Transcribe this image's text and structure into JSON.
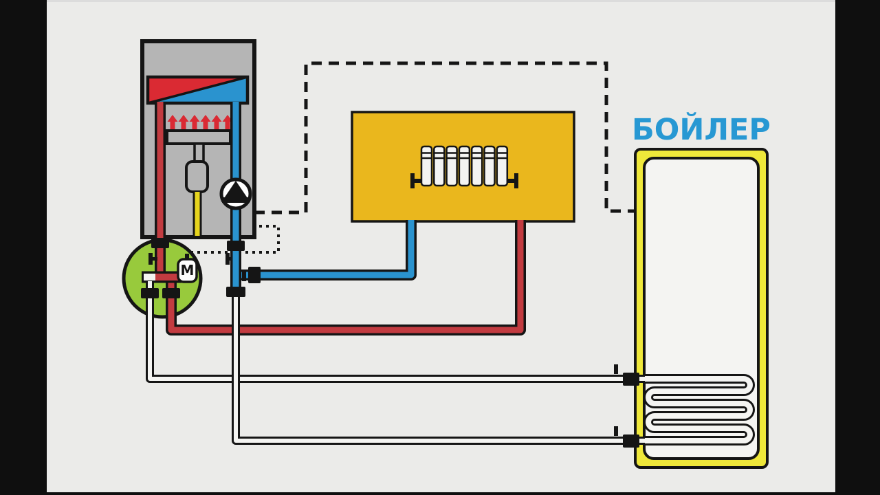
{
  "title": "Heating system piping diagram",
  "labels": {
    "storage_tank": "БОЙЛЕР",
    "valve_motor": "M"
  },
  "components": [
    "wall-gas-boiler",
    "heat-exchanger",
    "burner-flames",
    "gas-valve",
    "circulation-pump",
    "three-way-motor-valve",
    "radiator-zone",
    "storage-tank-coil",
    "control-line-dashed",
    "control-line-dotted"
  ],
  "colors": {
    "bg": "#ebebe9",
    "frame": "#0f0f0f",
    "outline": "#151515",
    "panel_gray": "#b5b5b5",
    "red_pipe": "#c23b40",
    "red_hot": "#da2a33",
    "blue": "#2a93cf",
    "green": "#98ca3c",
    "radiator_yellow": "#eab71d",
    "tank_yellow": "#efe83a",
    "gas_yellow": "#e6d41d",
    "white": "#f4f4f2",
    "label_blue": "#2798d3"
  }
}
